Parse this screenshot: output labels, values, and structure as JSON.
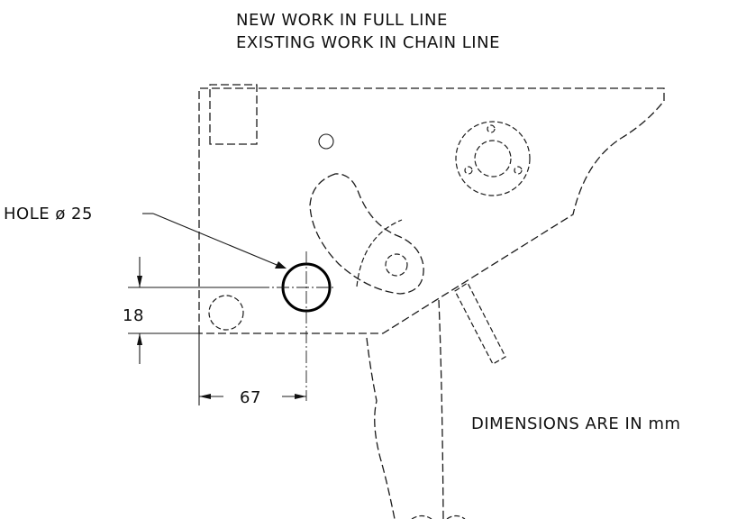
{
  "notes": {
    "line1": "NEW WORK IN FULL LINE",
    "line2": "EXISTING WORK IN CHAIN LINE",
    "units": "DIMENSIONS ARE IN mm"
  },
  "callouts": {
    "hole": "HOLE ø 25"
  },
  "dimensions": {
    "vertical": "18",
    "horizontal": "67"
  },
  "colors": {
    "line": "#1a1a1a",
    "background": "#ffffff"
  }
}
